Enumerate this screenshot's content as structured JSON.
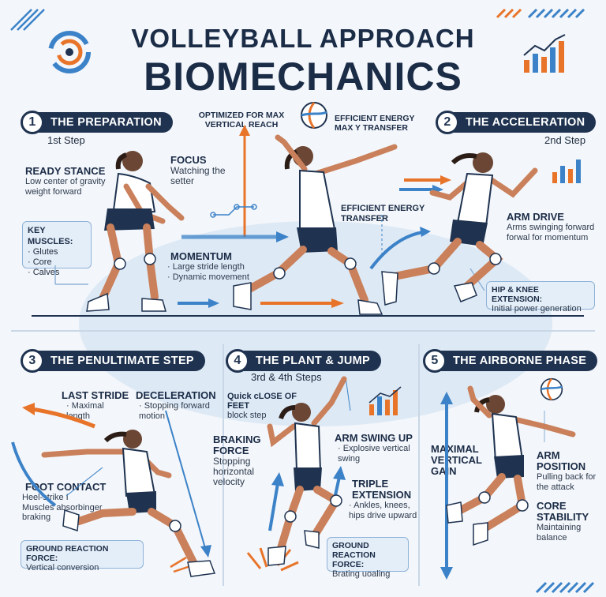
{
  "title": {
    "line1": "VOLLEYBALL APPROACH",
    "line2": "BIOMECHANICS"
  },
  "colors": {
    "navy": "#1f3350",
    "blue": "#3b82c8",
    "orange": "#e8742a",
    "background": "#f3f6fa"
  },
  "sections": {
    "preparation": {
      "number": "1",
      "title": "THE PREPARATION",
      "step": "1st Step",
      "ready_stance_h": "READY STANCE",
      "ready_stance_t": "Low center of gravity weight forward",
      "focus_h": "FOCUS",
      "focus_t": "Watching the setter",
      "key_muscles_h": "KEY MUSCLES:",
      "key_muscles": [
        "· Glutes",
        "· Core",
        "· Calves"
      ],
      "momentum_h": "MOMENTUM",
      "momentum_t1": "· Large stride length",
      "momentum_t2": "· Dynamic movement"
    },
    "middle_top": {
      "optimized": "OPTIMIZED FOR MAX VERTICAL REACH",
      "efficient1": "EFFICIENT ENERGY MAX Y TRANSFER",
      "efficient2": "EFFICIENT ENERGY TRANSFER"
    },
    "acceleration": {
      "number": "2",
      "title": "THE ACCELERATION",
      "step": "2nd Step",
      "arm_drive_h": "ARM DRIVE",
      "arm_drive_t": "Arms swinging forward forwal for momentum",
      "hip_knee_h": "HIP & KNEE EXTENSION:",
      "hip_knee_t": "Initial power generation"
    },
    "penultimate": {
      "number": "3",
      "title": "THE PENULTIMATE STEP",
      "last_stride_h": "LAST STRIDE",
      "last_stride_t": "· Maximal length",
      "decel_h": "DECELERATION",
      "decel_t": "· Stopping forward motion",
      "foot_contact_h": "FOOT CONTACT",
      "foot_contact_t": "Heel-strike I Muscles absorbinger braking",
      "grf_h": "GROUND REACTION FORCE:",
      "grf_t": "Vertical conversion"
    },
    "plant": {
      "number": "4",
      "title": "THE PLANT & JUMP",
      "step": "3rd & 4th Steps",
      "quick_close_h": "Quick cLOSE OF FEET",
      "quick_close_t": "block step",
      "braking_h": "BRAKING FORCE",
      "braking_t": "Stopping horizontal velocity",
      "arm_swing_h": "ARM SWING UP",
      "arm_swing_t": "· Explosive vertical swing",
      "triple_h": "TRIPLE EXTENSION",
      "triple_t": "· Ankles, knees, hips drive upward",
      "grf_h": "GROUND REACTION FORCE:",
      "grf_t": "Brating uoaling"
    },
    "airborne": {
      "number": "5",
      "title": "THE AIRBORNE PHASE",
      "max_vert_h": "MAXIMAL VERTICAL GAIN",
      "arm_pos_h": "ARM POSITION",
      "arm_pos_t": "Pulling back for the attack",
      "core_h": "CORE STABILITY",
      "core_t": "Maintaining balance"
    }
  }
}
